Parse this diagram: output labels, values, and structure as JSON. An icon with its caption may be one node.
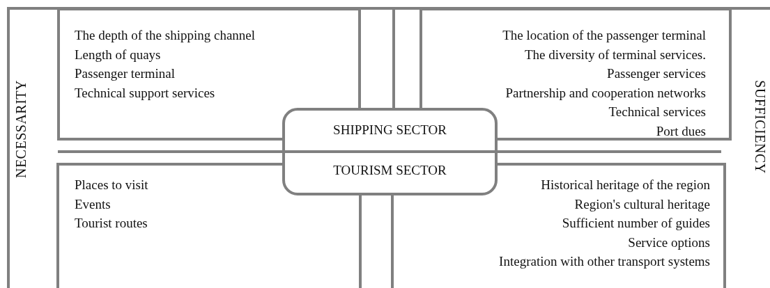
{
  "diagram": {
    "nodes": [
      {
        "text": [
          "The depth of the shipping channel",
          "Length of quays",
          "Passenger terminal",
          "Technical support services"
        ]
      },
      {
        "text": [
          "The location of the passenger terminal",
          "The diversity of terminal services.",
          "Passenger services",
          "Partnership and cooperation networks",
          "Technical services",
          "Port dues"
        ]
      },
      {
        "text": [
          "Places to visit",
          "Events",
          "Tourist routes"
        ]
      },
      {
        "text": [
          "Historical heritage of the region",
          "Region's cultural heritage",
          "Sufficient number of guides",
          "Service options",
          "Integration with other transport systems"
        ]
      },
      {
        "text": [
          "SHIPPING SECTOR",
          "TOURISM SECTOR"
        ]
      }
    ],
    "labels": [
      "NECESSARITY",
      "SUFFICIENCY"
    ]
  }
}
